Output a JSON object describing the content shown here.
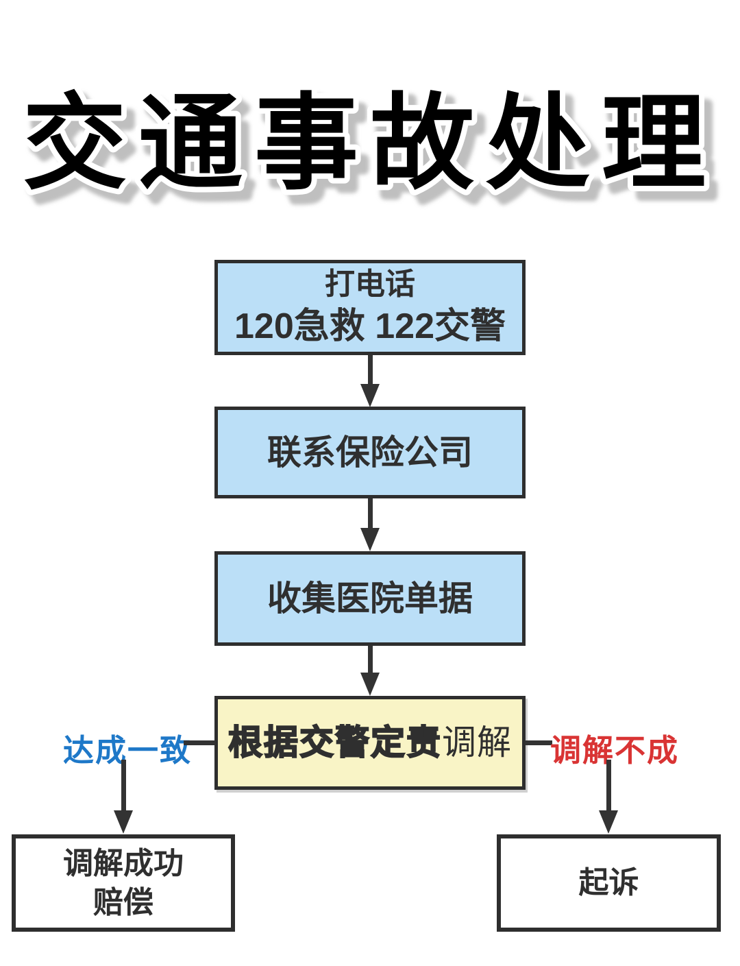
{
  "title": {
    "text": "交通事故处理"
  },
  "colors": {
    "background": "#ffffff",
    "box_blue_fill": "#bbdff7",
    "box_yellow_fill": "#f9f4c6",
    "box_border": "#2e2e2e",
    "line": "#333333",
    "text": "#2f2f2f",
    "branch_left_label": "#1e78c8",
    "branch_right_label": "#d93434",
    "title_fill": "#000000",
    "title_outline": "#ffffff",
    "title_shadow": "#bfbfbf"
  },
  "flow": {
    "step1": {
      "line1": "打电话",
      "line2": "120急救 122交警"
    },
    "step2": {
      "label": "联系保险公司"
    },
    "step3": {
      "label": "收集医院单据"
    },
    "step4": {
      "strong": "根据交警定责",
      "tail": "调解"
    },
    "branch_left": {
      "label": "达成一致"
    },
    "branch_right": {
      "label": "调解不成"
    },
    "result_left": {
      "line1": "调解成功",
      "line2": "赔偿"
    },
    "result_right": {
      "label": "起诉"
    }
  }
}
